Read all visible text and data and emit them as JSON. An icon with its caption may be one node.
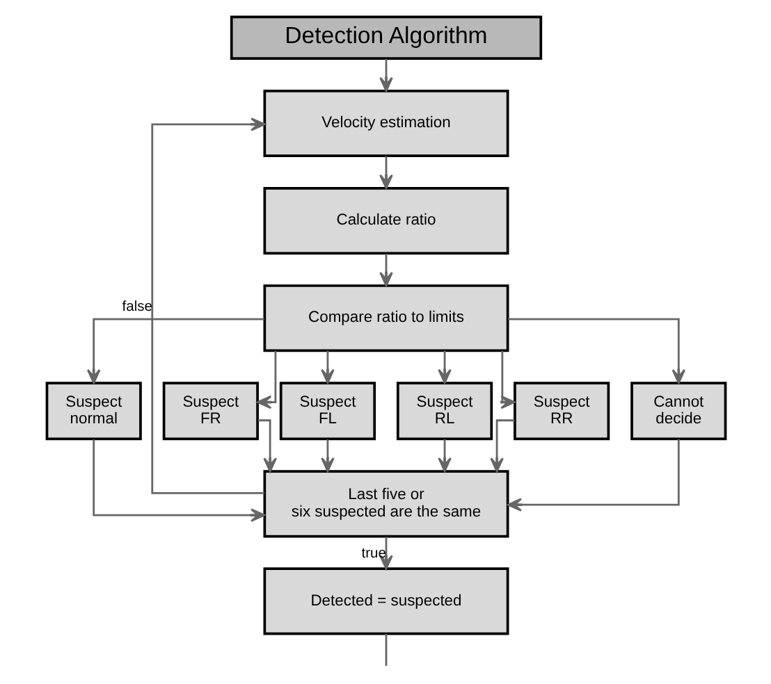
{
  "diagram": {
    "nodes": [
      {
        "text": [
          "Detection Algorithm"
        ]
      },
      {
        "text": [
          "Velocity estimation"
        ]
      },
      {
        "text": [
          "Calculate ratio"
        ]
      },
      {
        "text": [
          "Compare ratio to limits"
        ]
      },
      {
        "text": [
          "Suspect normal"
        ]
      },
      {
        "text": [
          "Suspect FR"
        ]
      },
      {
        "text": [
          "Suspect FL"
        ]
      },
      {
        "text": [
          "Suspect RL"
        ]
      },
      {
        "text": [
          "Suspect RR"
        ]
      },
      {
        "text": [
          "Cannot decide"
        ]
      },
      {
        "text": [
          "Last five or six suspected are the same"
        ]
      },
      {
        "text": [
          "Detected = suspected"
        ]
      }
    ],
    "edges": [
      {
        "from": 0,
        "to": 1,
        "arrow": "to"
      },
      {
        "from": 1,
        "to": 2,
        "arrow": "to"
      },
      {
        "from": 2,
        "to": 3,
        "arrow": "to"
      },
      {
        "from": 3,
        "to": 4,
        "arrow": "to"
      },
      {
        "from": 3,
        "to": 5,
        "arrow": "to"
      },
      {
        "from": 3,
        "to": 6,
        "arrow": "to"
      },
      {
        "from": 3,
        "to": 7,
        "arrow": "to"
      },
      {
        "from": 3,
        "to": 8,
        "arrow": "to"
      },
      {
        "from": 3,
        "to": 9,
        "arrow": "to"
      },
      {
        "from": 4,
        "to": 10,
        "arrow": "to"
      },
      {
        "from": 5,
        "to": 10,
        "arrow": "to"
      },
      {
        "from": 6,
        "to": 10,
        "arrow": "to"
      },
      {
        "from": 7,
        "to": 10,
        "arrow": "to"
      },
      {
        "from": 8,
        "to": 10,
        "arrow": "to"
      },
      {
        "from": 9,
        "to": 10,
        "arrow": "to"
      },
      {
        "from": 10,
        "to": 1,
        "label": "false",
        "arrow": "to"
      },
      {
        "from": 10,
        "to": 11,
        "label": "true",
        "arrow": "to"
      },
      {
        "from": 11,
        "to": null,
        "arrow": "none"
      }
    ]
  }
}
